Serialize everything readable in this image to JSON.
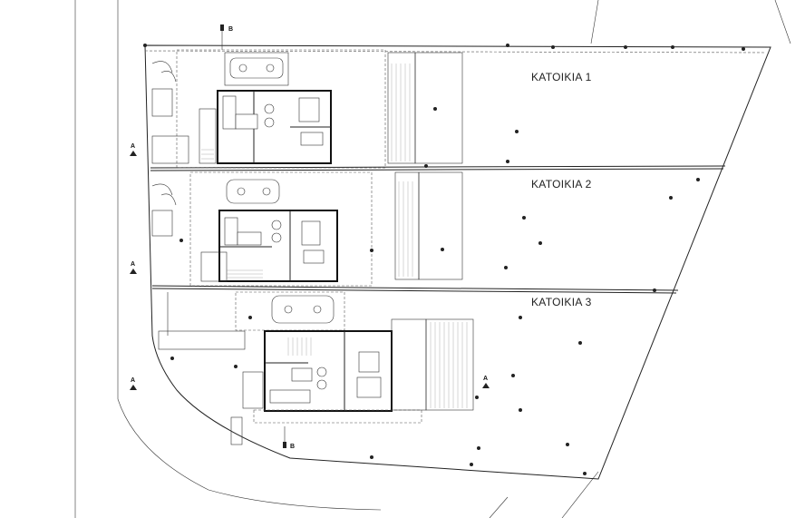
{
  "plan": {
    "houses": [
      {
        "label": "KATOIKIA 1"
      },
      {
        "label": "KATOIKIA 2"
      },
      {
        "label": "KATOIKIA 3"
      }
    ],
    "section_marks": [
      "A",
      "B"
    ]
  }
}
